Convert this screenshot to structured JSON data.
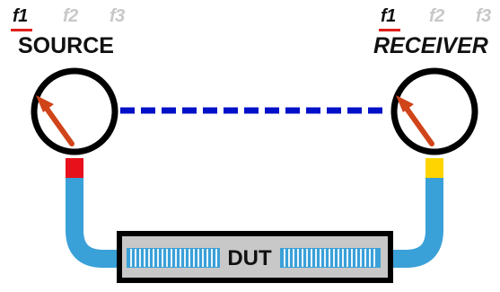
{
  "source": {
    "freq_tabs": [
      "f1",
      "f2",
      "f3"
    ],
    "active_freq": "f1",
    "label": "SOURCE",
    "connector_color": "#e8101a"
  },
  "receiver": {
    "freq_tabs": [
      "f1",
      "f2",
      "f3"
    ],
    "active_freq": "f1",
    "label": "RECEIVER",
    "connector_color": "#ffd400"
  },
  "dut": {
    "label": "DUT"
  },
  "colors": {
    "cable": "#3aa0d8",
    "link_dashes": "#0010c8",
    "needle": "#d0441a",
    "dut_fill": "#c8c8c8",
    "outline": "#000000"
  }
}
